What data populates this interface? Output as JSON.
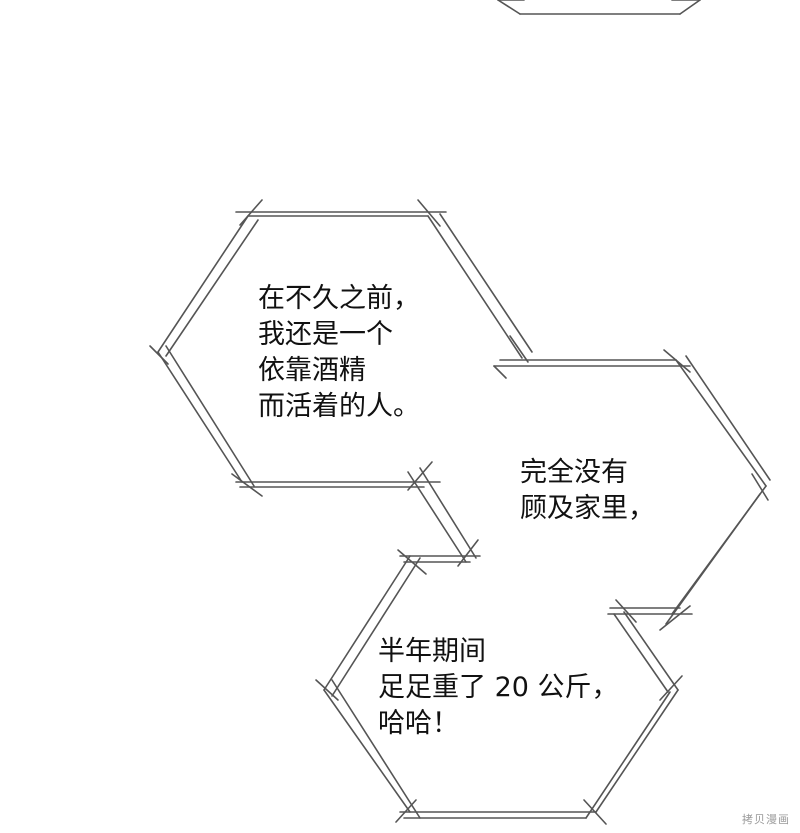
{
  "panels": [
    {
      "lines": [
        "在不久之前，",
        "我还是一个",
        "依靠酒精",
        "而活着的人。"
      ]
    },
    {
      "lines": [
        "完全没有",
        "顾及家里，"
      ]
    },
    {
      "lines": [
        "半年期间",
        "足足重了 20 公斤，",
        "哈哈！"
      ]
    }
  ],
  "watermark": "拷贝漫画",
  "colors": {
    "background": "#ffffff",
    "frame_stroke": "#555555",
    "text": "#111111"
  }
}
